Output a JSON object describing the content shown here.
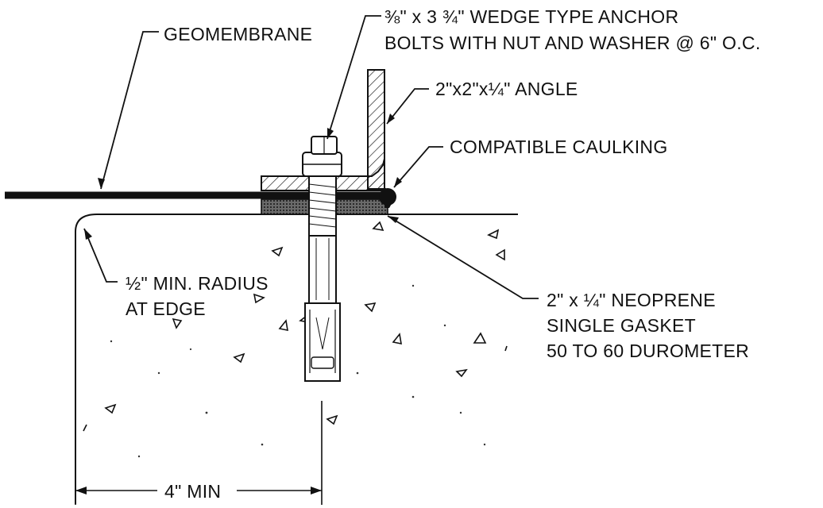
{
  "labels": {
    "geomembrane": "GEOMEMBRANE",
    "anchor_line1": "⅜\" x 3 ¾\" WEDGE TYPE ANCHOR",
    "anchor_line2": "BOLTS WITH NUT AND WASHER @ 6\" O.C.",
    "angle": "2\"x2\"x¼\" ANGLE",
    "caulking": "COMPATIBLE CAULKING",
    "radius_line1": "½\" MIN. RADIUS",
    "radius_line2": "AT EDGE",
    "gasket_line1": "2\" x ¼\" NEOPRENE",
    "gasket_line2": "SINGLE GASKET",
    "gasket_line3": "50 TO 60 DUROMETER",
    "dimension": "4\" MIN"
  },
  "colors": {
    "ink": "#111111",
    "background": "#ffffff",
    "hatch": "#222222",
    "gasket_fill": "#5a5a5a"
  }
}
